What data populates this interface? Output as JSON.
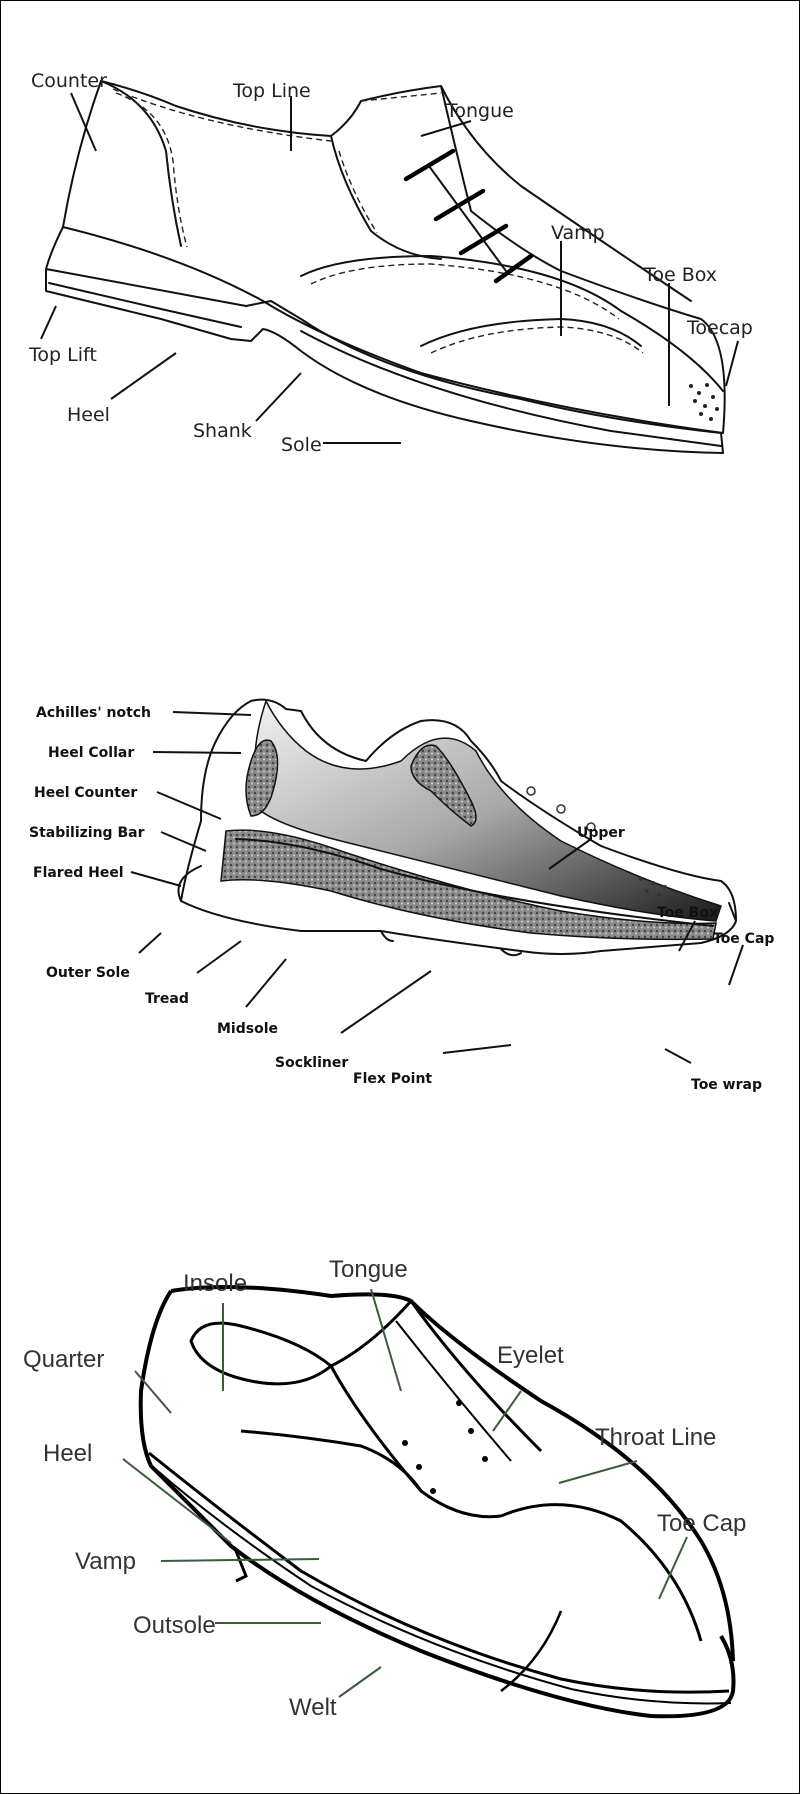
{
  "diagrams": [
    {
      "labels": {
        "counter": "Counter",
        "top_line": "Top Line",
        "tongue": "Tongue",
        "vamp": "Vamp",
        "toe_box": "Toe Box",
        "toecap": "Toecap",
        "top_lift": "Top Lift",
        "heel": "Heel",
        "shank": "Shank",
        "sole": "Sole"
      }
    },
    {
      "labels": {
        "achilles_notch": "Achilles' notch",
        "heel_collar": "Heel Collar",
        "heel_counter": "Heel Counter",
        "stabilizing_bar": "Stabilizing Bar",
        "flared_heel": "Flared Heel",
        "outer_sole": "Outer Sole",
        "tread": "Tread",
        "midsole": "Midsole",
        "sockliner": "Sockliner",
        "flex_point": "Flex Point",
        "upper": "Upper",
        "toe_box": "Toe Box",
        "toe_cap": "Toe Cap",
        "toe_wrap": "Toe wrap"
      }
    },
    {
      "labels": {
        "insole": "Insole",
        "tongue": "Tongue",
        "quarter": "Quarter",
        "eyelet": "Eyelet",
        "heel": "Heel",
        "throat_line": "Throat Line",
        "vamp": "Vamp",
        "toe_cap": "Toe Cap",
        "outsole": "Outsole",
        "welt": "Welt"
      }
    }
  ]
}
